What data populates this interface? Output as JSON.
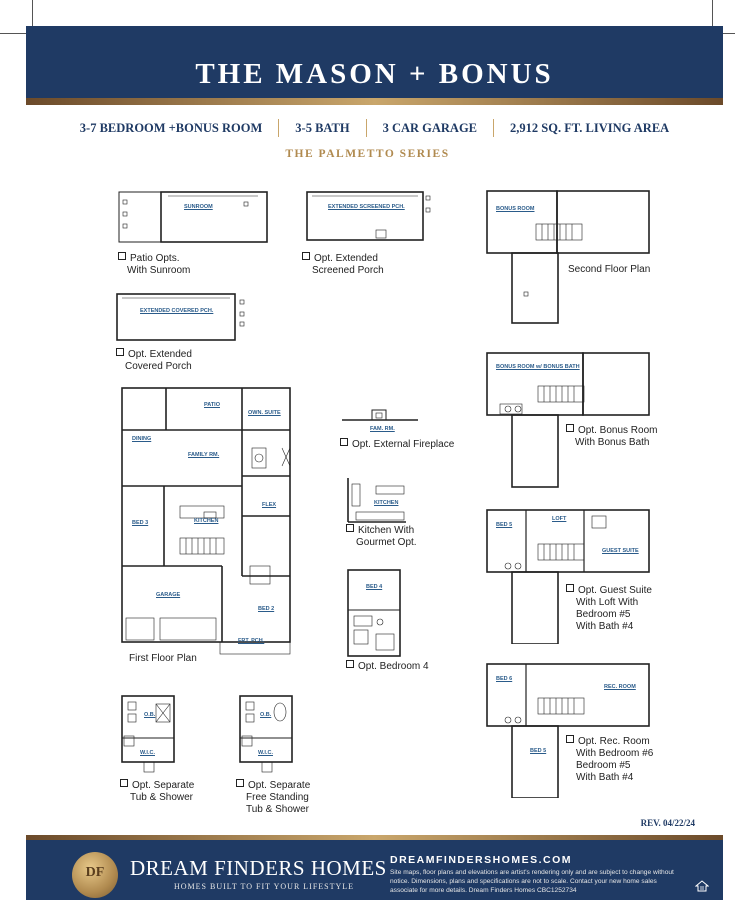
{
  "header": {
    "title": "THE MASON + BONUS"
  },
  "specs": [
    "3-7 BEDROOM +BONUS ROOM",
    "3-5 BATH",
    "3 CAR GARAGE",
    "2,912 SQ. FT. LIVING AREA"
  ],
  "series": "THE PALMETTO SERIES",
  "captions": {
    "patio": [
      "Patio Opts.",
      "With Sunroom"
    ],
    "screened": [
      "Opt. Extended",
      "Screened Porch"
    ],
    "second_floor": [
      "Second Floor Plan"
    ],
    "covered": [
      "Opt. Extended",
      "Covered Porch"
    ],
    "fireplace": [
      "Opt. External Fireplace"
    ],
    "bonus_bath": [
      "Opt. Bonus Room",
      "With Bonus Bath"
    ],
    "kitchen": [
      "Kitchen With",
      "Gourmet Opt."
    ],
    "guest_suite": [
      "Opt. Guest Suite",
      "With Loft With",
      "Bedroom #5",
      "With Bath #4"
    ],
    "first_floor": [
      "First Floor Plan"
    ],
    "bedroom4": [
      "Opt. Bedroom 4"
    ],
    "rec_room": [
      "Opt. Rec. Room",
      "With Bedroom #6",
      "Bedroom #5",
      "With Bath #4"
    ],
    "separate_tub": [
      "Opt. Separate",
      "Tub & Shower"
    ],
    "free_standing": [
      "Opt. Separate",
      "Free Standing",
      "Tub & Shower"
    ]
  },
  "rooms": {
    "sunroom": "SUNROOM",
    "ext_screened": "EXTENDED SCREENED PCH.",
    "bonus_room": "BONUS ROOM",
    "ext_covered": "EXTENDED COVERED PCH.",
    "bonus_room_bath": "BONUS ROOM w/ BONUS BATH",
    "patio": "PATIO",
    "owner_suite": "OWN. SUITE",
    "dining": "DINING",
    "family_rm": "FAMILY RM.",
    "fam_rm": "FAM. RM.",
    "kitchen": "KITCHEN",
    "loft": "LOFT",
    "guest_suite": "GUEST SUITE",
    "bed3": "BED 3",
    "flex": "FLEX",
    "garage": "GARAGE",
    "bed2": "BED 2",
    "frt_pch": "FRT. PCH.",
    "bed4": "BED 4",
    "rec_room": "REC. ROOM",
    "bed6": "BED 6",
    "bed5": "BED 5",
    "wic": "W.I.C.",
    "ob": "O.B."
  },
  "rev": "REV. 04/22/24",
  "footer": {
    "seal": "DF",
    "brand": "DREAM FINDERS HOMES",
    "tagline": "HOMES BUILT TO FIT YOUR LIFESTYLE",
    "url": "DREAMFINDERSHOMES.COM",
    "disclaimer": "Site maps, floor plans and elevations are artist's rendering only and are subject to change without notice. Dimensions, plans and specifications are not to scale. Contact your new home sales associate for more details. Dream Finders Homes CBC1252734"
  },
  "colors": {
    "navy": "#1f3a64",
    "gold": "#b08a4f",
    "room_label": "#2a5b8a"
  }
}
